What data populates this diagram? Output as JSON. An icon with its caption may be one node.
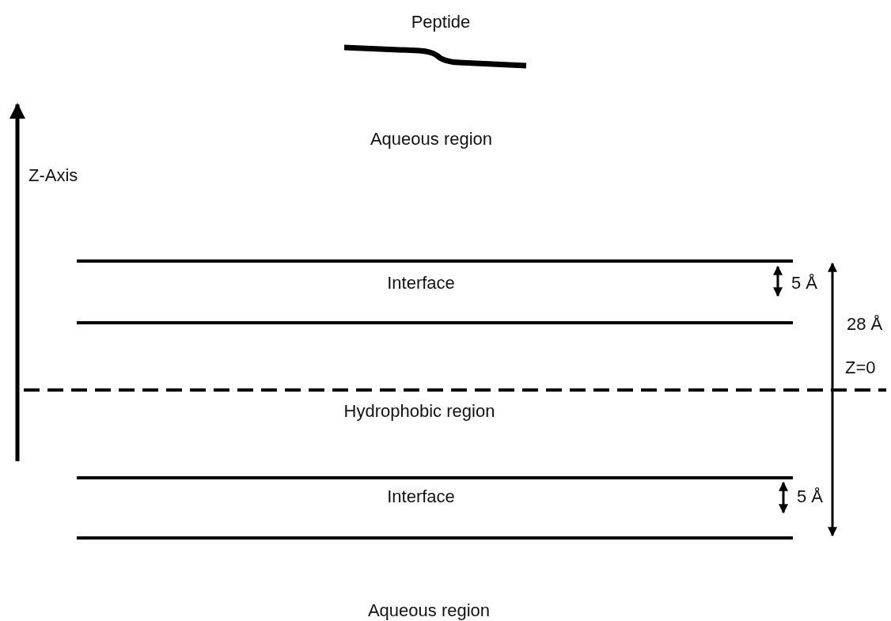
{
  "diagram": {
    "labels": [
      "Peptide",
      "Aqueous region",
      "Z-Axis",
      "Interface",
      "5 Å",
      "28 Å",
      "Z=0",
      "Hydrophobic region",
      "Interface",
      "5 Å",
      "Aqueous region"
    ]
  }
}
